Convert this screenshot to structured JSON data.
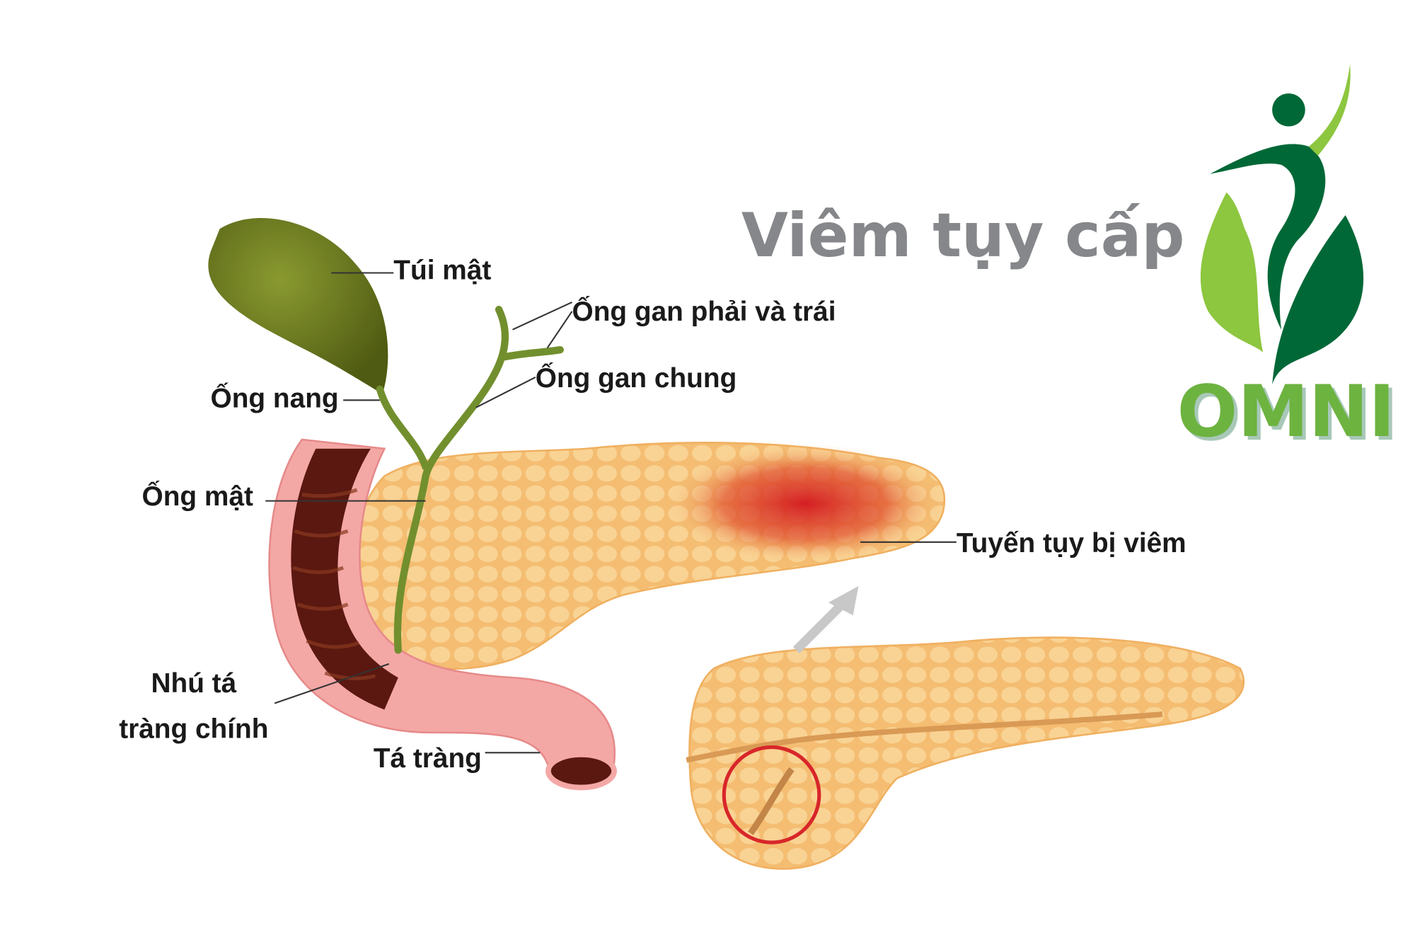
{
  "title": "Viêm tụy cấp",
  "labels": {
    "gallbladder": "Túi mật",
    "hepatic_ducts": "Ống gan phải và trái",
    "common_hepatic_duct": "Ống gan chung",
    "cystic_duct": "Ống nang",
    "bile_duct": "Ống mật",
    "inflamed_pancreas": "Tuyến tụy bị viêm",
    "papilla_line1": "Nhú tá",
    "papilla_line2": "tràng chính",
    "duodenum": "Tá tràng"
  },
  "logo": {
    "text": "OMNI"
  },
  "colors": {
    "title": "#85878a",
    "gallbladder": "#6b7a1e",
    "duct": "#6f8a2a",
    "duodenum": "#f2a0a0",
    "pancreas": "#f6c27a",
    "inflammation": "#d8262a",
    "logo_dark": "#006837",
    "logo_light": "#8dc63f"
  }
}
